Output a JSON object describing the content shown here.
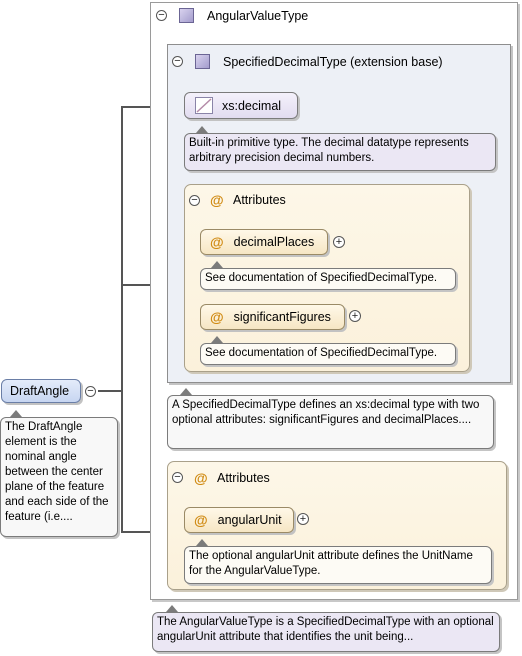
{
  "angular_value_type": {
    "title": "AngularValueType",
    "doc": "The AngularValueType is a SpecifiedDecimalType with an optional angularUnit attribute that identifies the unit being..."
  },
  "specified_decimal_type": {
    "title": "SpecifiedDecimalType (extension base)",
    "doc": "A SpecifiedDecimalType defines an xs:decimal type with two optional attributes: significantFigures and decimalPlaces...."
  },
  "xs_decimal": {
    "label": "xs:decimal",
    "doc": "Built-in primitive type. The decimal datatype represents arbitrary precision decimal numbers."
  },
  "inner_attributes": {
    "title": "Attributes",
    "items": [
      {
        "label": "decimalPlaces",
        "doc": "See documentation of SpecifiedDecimalType."
      },
      {
        "label": "significantFigures",
        "doc": "See documentation of SpecifiedDecimalType."
      }
    ]
  },
  "outer_attributes": {
    "title": "Attributes",
    "items": [
      {
        "label": "angularUnit",
        "doc": "The optional angularUnit attribute defines the UnitName for the AngularValueType."
      }
    ]
  },
  "draft_angle": {
    "label": "DraftAngle",
    "doc": "The DraftAngle element is the nominal angle between the center plane of the feature and each side of the feature (i.e...."
  },
  "icons": {
    "collapse": "collapse-icon",
    "expand": "expand-icon",
    "complex_type": "complex-type-icon",
    "simple_type": "simple-type-icon",
    "attribute": "attribute-icon"
  },
  "colors": {
    "element_fill": "#c7d6f1",
    "type_fill": "#edf0f6",
    "attribute_fill": "#fbf1db",
    "attribute_icon": "#d08a12",
    "connector": "#555555"
  }
}
